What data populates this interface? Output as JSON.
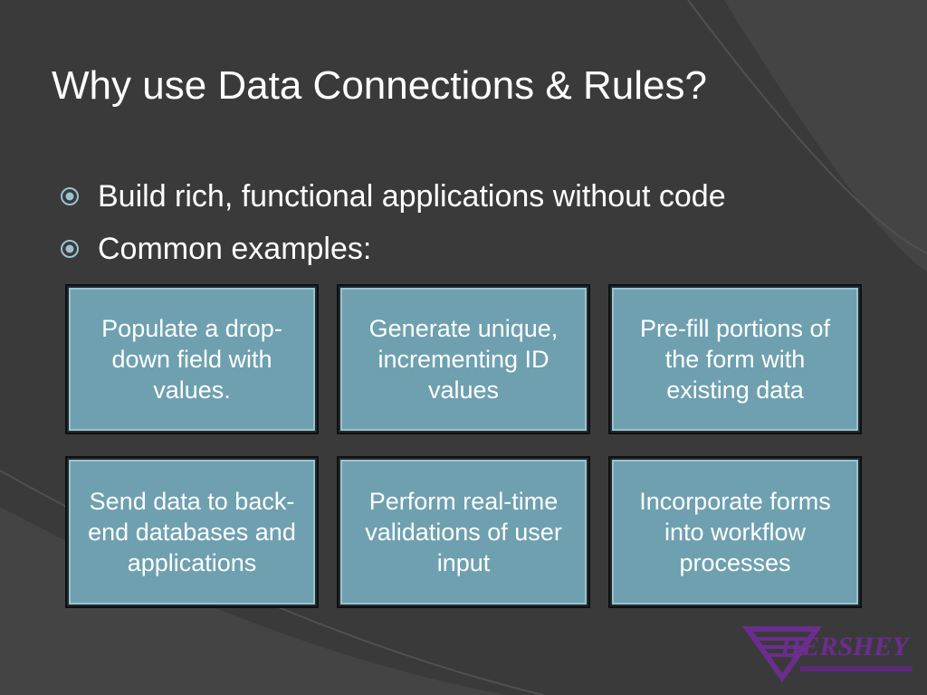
{
  "slide": {
    "title": "Why use Data Connections & Rules?",
    "bullets": [
      {
        "text": "Build rich, functional applications without code"
      },
      {
        "text": "Common examples:"
      }
    ],
    "cards": [
      {
        "text": "Populate a drop-down field with values."
      },
      {
        "text": "Generate unique, incrementing ID values"
      },
      {
        "text": "Pre-fill portions of the form with existing data"
      },
      {
        "text": "Send data to back-end databases and applications"
      },
      {
        "text": "Perform real-time validations of user input"
      },
      {
        "text": "Incorporate forms into workflow processes"
      }
    ],
    "logo": {
      "text": "HERSHEY",
      "icon": "hershey-logo-icon"
    }
  },
  "colors": {
    "background": "#3a3a3a",
    "card_fill": "#6ea0b0",
    "logo": "#6b2d8f"
  }
}
